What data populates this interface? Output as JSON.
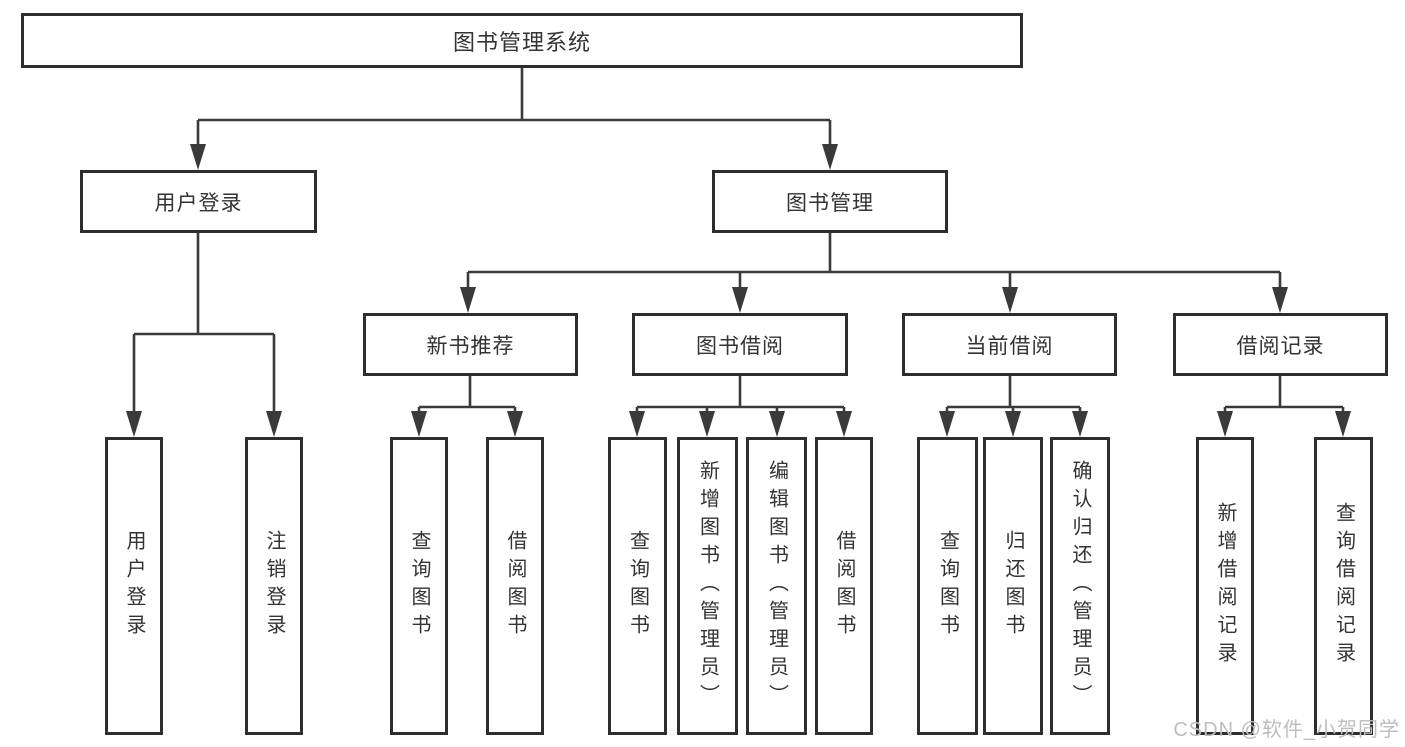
{
  "watermark": "CSDN @软件_小贺同学",
  "colors": {
    "line": "#3a3a3a",
    "box_border": "#2d2d2d",
    "text": "#333333",
    "background": "#ffffff",
    "watermark": "#bdbdbd"
  },
  "tree": {
    "label": "图书管理系统",
    "children": [
      {
        "label": "用户登录",
        "children": [
          {
            "label": "用户登录"
          },
          {
            "label": "注销登录"
          }
        ]
      },
      {
        "label": "图书管理",
        "children": [
          {
            "label": "新书推荐",
            "children": [
              {
                "label": "查询图书"
              },
              {
                "label": "借阅图书"
              }
            ]
          },
          {
            "label": "图书借阅",
            "children": [
              {
                "label": "查询图书"
              },
              {
                "label": "新增图书（管理员）"
              },
              {
                "label": "编辑图书（管理员）"
              },
              {
                "label": "借阅图书"
              }
            ]
          },
          {
            "label": "当前借阅",
            "children": [
              {
                "label": "查询图书"
              },
              {
                "label": "归还图书"
              },
              {
                "label": "确认归还（管理员）"
              }
            ]
          },
          {
            "label": "借阅记录",
            "children": [
              {
                "label": "新增借阅记录"
              },
              {
                "label": "查询借阅记录"
              }
            ]
          }
        ]
      }
    ]
  }
}
